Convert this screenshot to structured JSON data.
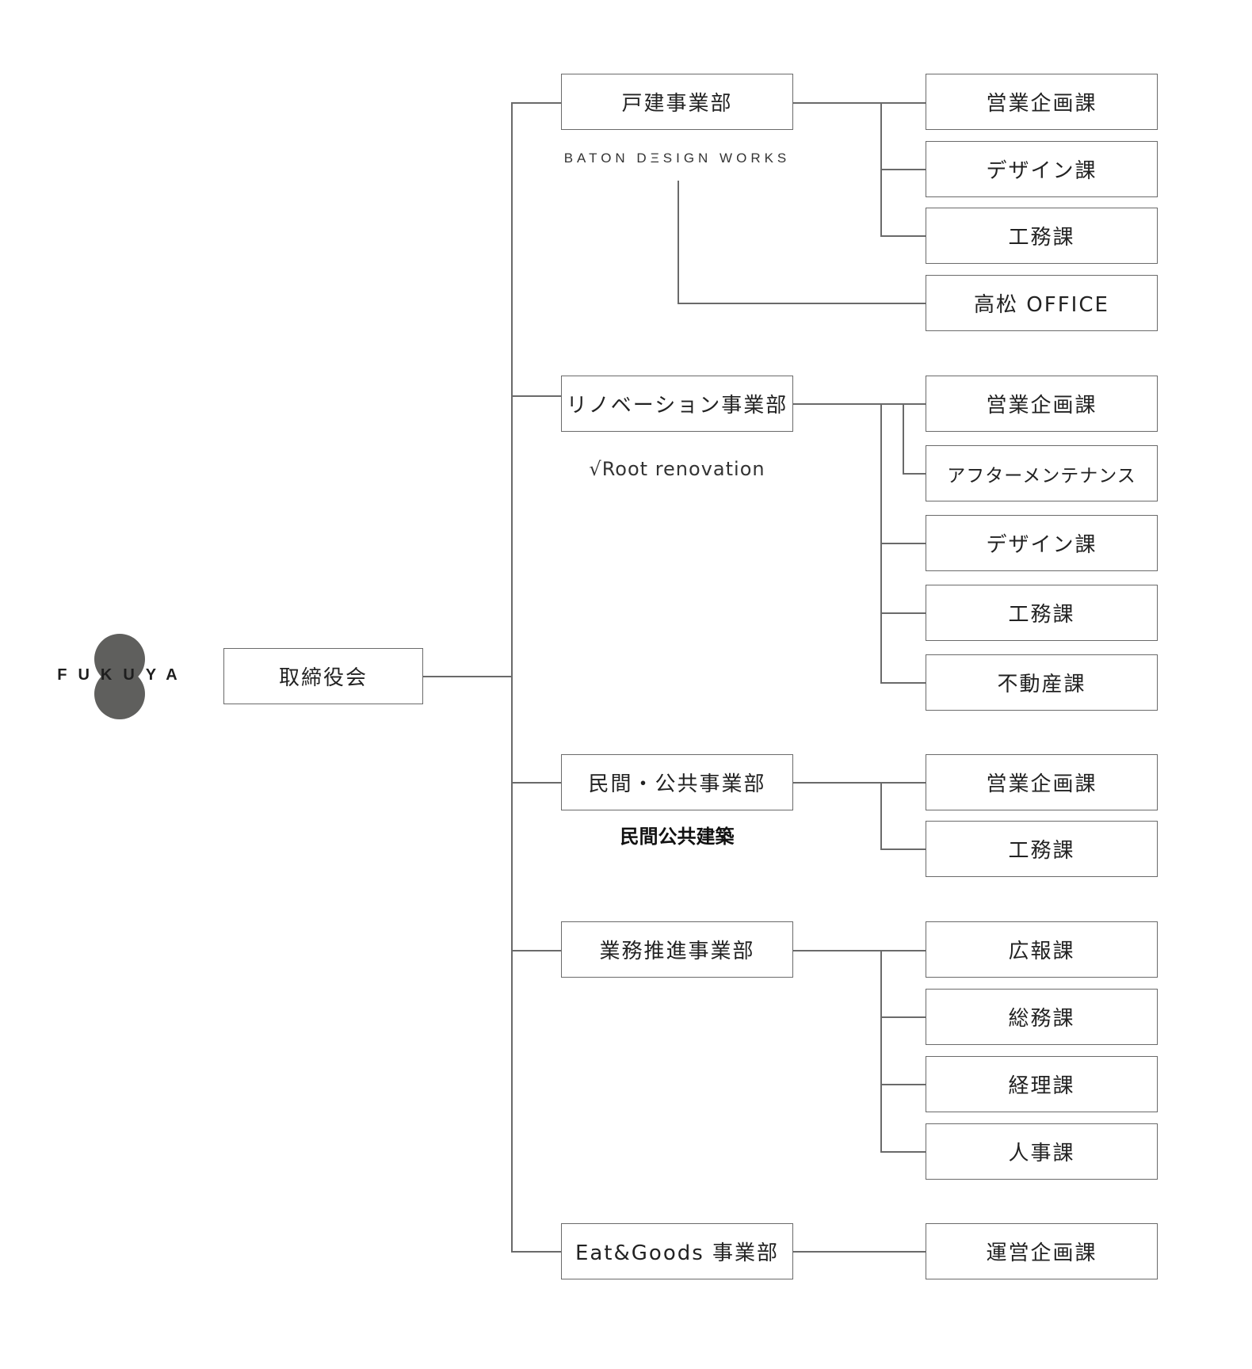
{
  "logo": {
    "text": "FUKUYA"
  },
  "board": {
    "label": "取締役会"
  },
  "divisions": [
    {
      "label": "戸建事業部",
      "brand": "BATON DΞSIGN WORKS",
      "sections": [
        "営業企画課",
        "デザイン課",
        "工務課",
        "高松 OFFICE"
      ]
    },
    {
      "label": "リノベーション事業部",
      "brand": "√Root renovation",
      "sections": [
        "営業企画課",
        "アフターメンテナンス",
        "デザイン課",
        "工務課",
        "不動産課"
      ]
    },
    {
      "label": "民間・公共事業部",
      "brand": "民間公共建築",
      "sections": [
        "営業企画課",
        "工務課"
      ]
    },
    {
      "label": "業務推進事業部",
      "sections": [
        "広報課",
        "総務課",
        "経理課",
        "人事課"
      ]
    },
    {
      "label": "Eat&Goods 事業部",
      "sections": [
        "運営企画課"
      ]
    }
  ]
}
